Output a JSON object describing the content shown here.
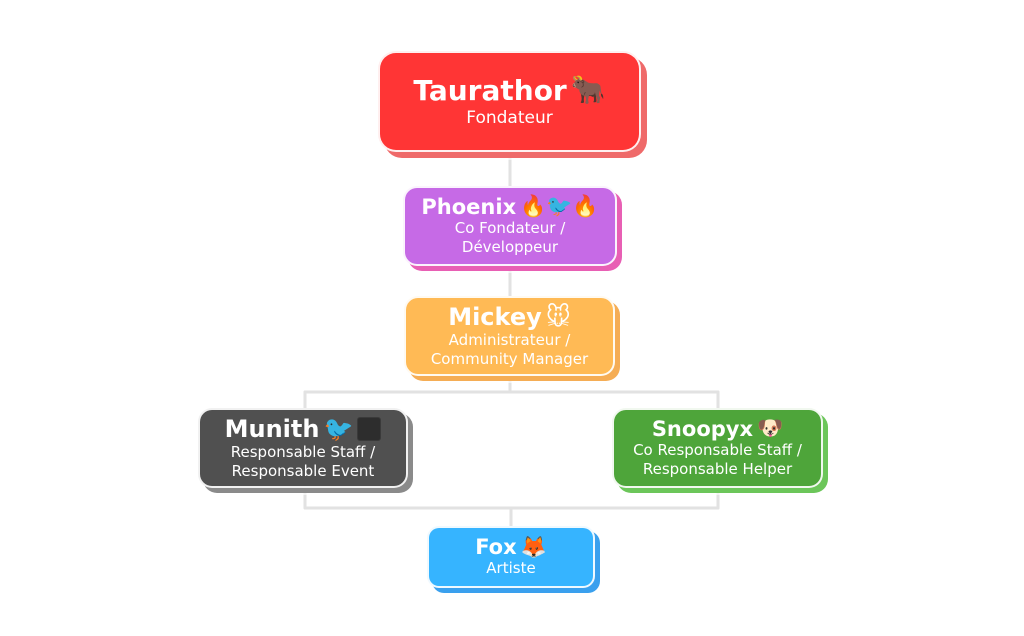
{
  "chart": {
    "nodes": [
      {
        "id": "taurathor",
        "name": "Taurathor",
        "emoji": "🐂",
        "role_lines": [
          "Fondateur"
        ],
        "color": "#ff3535",
        "shadow": "#ef6a6a"
      },
      {
        "id": "phoenix",
        "name": "Phoenix",
        "emoji": "🔥🐦🔥",
        "role_lines": [
          "Co Fondateur /",
          "Développeur"
        ],
        "color": "#c66ae6",
        "shadow": "#e85fb4"
      },
      {
        "id": "mickey",
        "name": "Mickey",
        "emoji": "🐭",
        "role_lines": [
          "Administrateur /",
          "Community Manager"
        ],
        "color": "#ffba55",
        "shadow": "#f5ad55"
      },
      {
        "id": "munith",
        "name": "Munith",
        "emoji": "🐦",
        "emoji_extra": "black-square",
        "role_lines": [
          "Responsable Staff /",
          "Responsable Event"
        ],
        "color": "#505050",
        "shadow": "#8a8a8a"
      },
      {
        "id": "snoopyx",
        "name": "Snoopyx",
        "emoji": "🐶",
        "role_lines": [
          "Co Responsable Staff /",
          "Responsable Helper"
        ],
        "color": "#4ea53a",
        "shadow": "#6cc65a"
      },
      {
        "id": "fox",
        "name": "Fox",
        "emoji": "🦊",
        "role_lines": [
          "Artiste"
        ],
        "color": "#36b4ff",
        "shadow": "#3aa0ee"
      }
    ],
    "connector_color": "#e2e2e2"
  }
}
